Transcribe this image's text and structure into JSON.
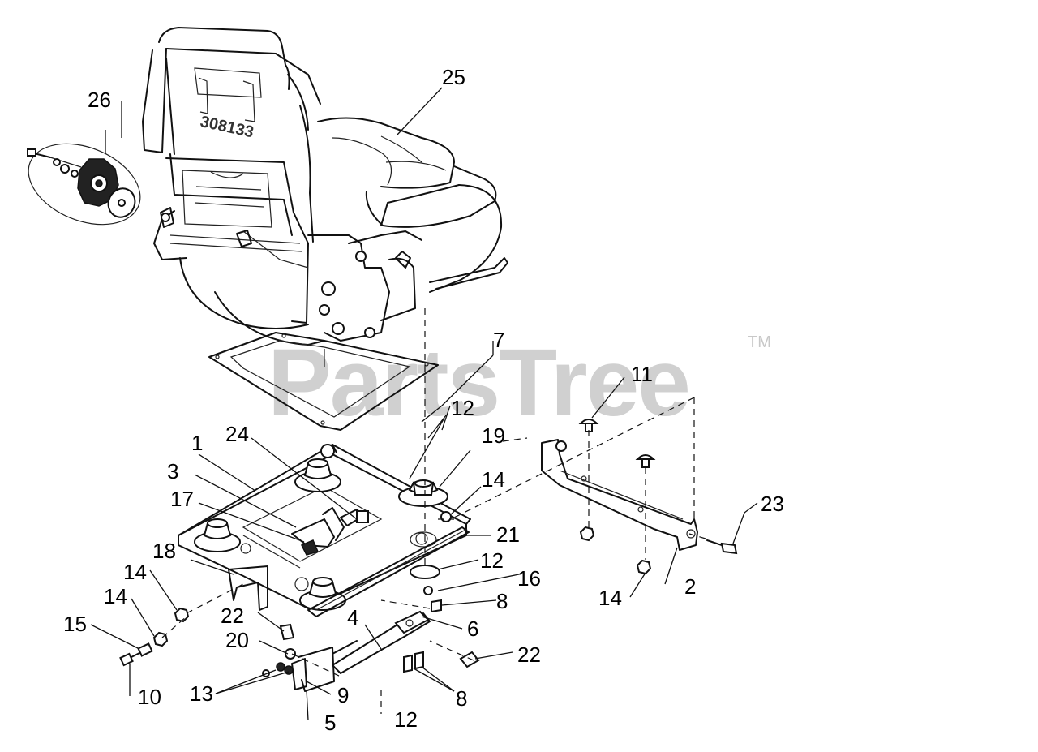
{
  "watermark": {
    "text": "PartsTree",
    "mark": "TM"
  },
  "seat_stamp": "308133",
  "callouts": {
    "c1": "1",
    "c2": "2",
    "c3": "3",
    "c4": "4",
    "c5": "5",
    "c6": "6",
    "c7": "7",
    "c8a": "8",
    "c8b": "8",
    "c9": "9",
    "c10": "10",
    "c11": "11",
    "c12a": "12",
    "c12b": "12",
    "c12c": "12",
    "c13": "13",
    "c14a": "14",
    "c14b": "14",
    "c14c": "14",
    "c14d": "14",
    "c15": "15",
    "c16": "16",
    "c17": "17",
    "c18": "18",
    "c19": "19",
    "c20": "20",
    "c21": "21",
    "c22a": "22",
    "c22b": "22",
    "c23": "23",
    "c24": "24",
    "c25": "25",
    "c26": "26"
  }
}
